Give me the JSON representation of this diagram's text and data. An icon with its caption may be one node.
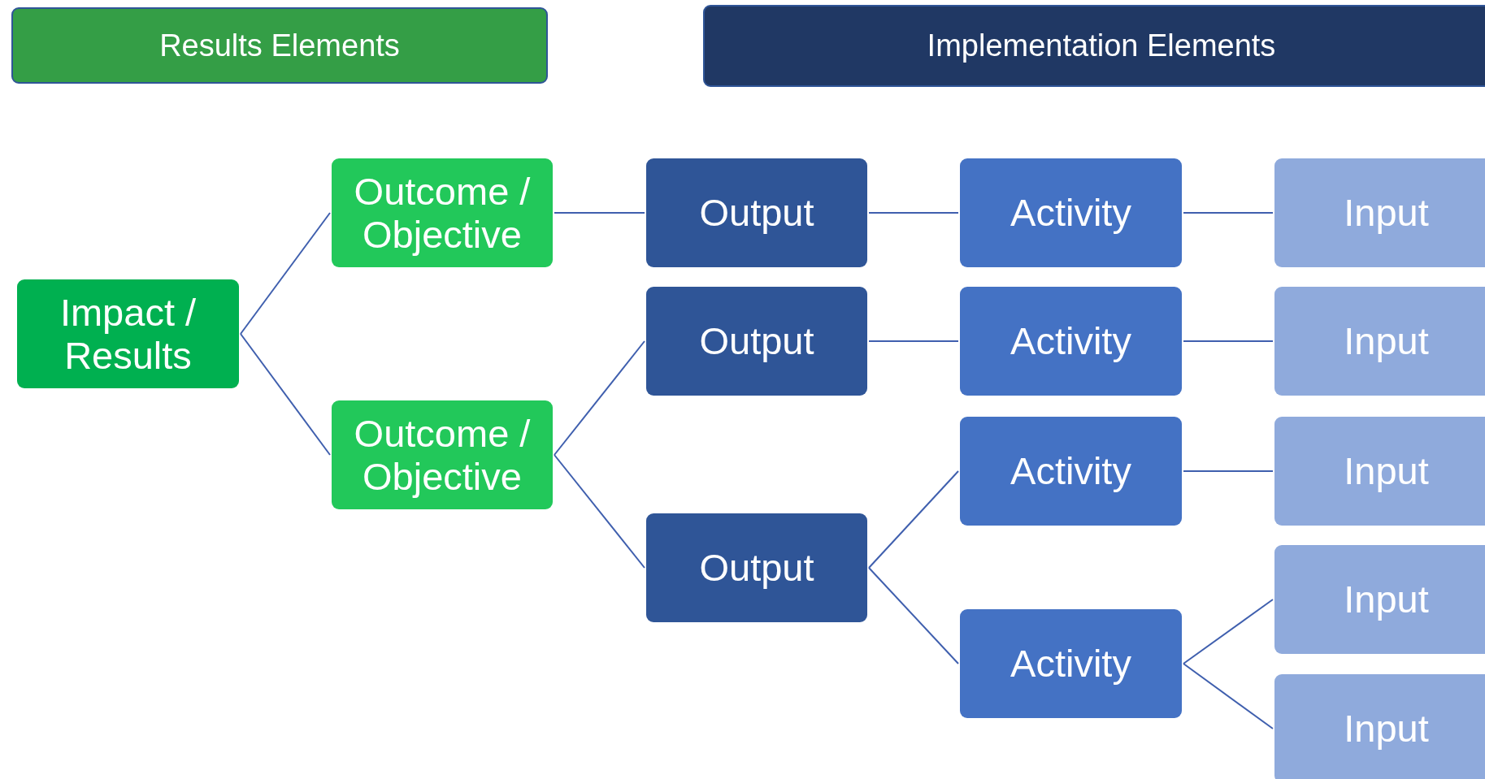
{
  "diagram": {
    "nodes": [
      {
        "text": [
          "Results Elements"
        ]
      },
      {
        "text": [
          "Implementation Elements"
        ]
      },
      {
        "text": [
          "Impact / Results"
        ]
      },
      {
        "text": [
          "Outcome / Objective"
        ]
      },
      {
        "text": [
          "Outcome / Objective"
        ]
      },
      {
        "text": [
          "Output"
        ]
      },
      {
        "text": [
          "Output"
        ]
      },
      {
        "text": [
          "Output"
        ]
      },
      {
        "text": [
          "Activity"
        ]
      },
      {
        "text": [
          "Activity"
        ]
      },
      {
        "text": [
          "Activity"
        ]
      },
      {
        "text": [
          "Activity"
        ]
      },
      {
        "text": [
          "Input"
        ]
      },
      {
        "text": [
          "Input"
        ]
      },
      {
        "text": [
          "Input"
        ]
      },
      {
        "text": [
          "Input"
        ]
      },
      {
        "text": [
          "Input"
        ]
      }
    ],
    "edges": [
      {
        "from": 2,
        "to": 3,
        "arrow": "none"
      },
      {
        "from": 2,
        "to": 4,
        "arrow": "none"
      },
      {
        "from": 3,
        "to": 5,
        "arrow": "none"
      },
      {
        "from": 4,
        "to": 6,
        "arrow": "none"
      },
      {
        "from": 4,
        "to": 7,
        "arrow": "none"
      },
      {
        "from": 5,
        "to": 8,
        "arrow": "none"
      },
      {
        "from": 6,
        "to": 9,
        "arrow": "none"
      },
      {
        "from": 7,
        "to": 10,
        "arrow": "none"
      },
      {
        "from": 7,
        "to": 11,
        "arrow": "none"
      },
      {
        "from": 8,
        "to": 12,
        "arrow": "none"
      },
      {
        "from": 9,
        "to": 13,
        "arrow": "none"
      },
      {
        "from": 10,
        "to": 14,
        "arrow": "none"
      },
      {
        "from": 11,
        "to": 15,
        "arrow": "none"
      },
      {
        "from": 11,
        "to": 16,
        "arrow": "none"
      }
    ]
  }
}
